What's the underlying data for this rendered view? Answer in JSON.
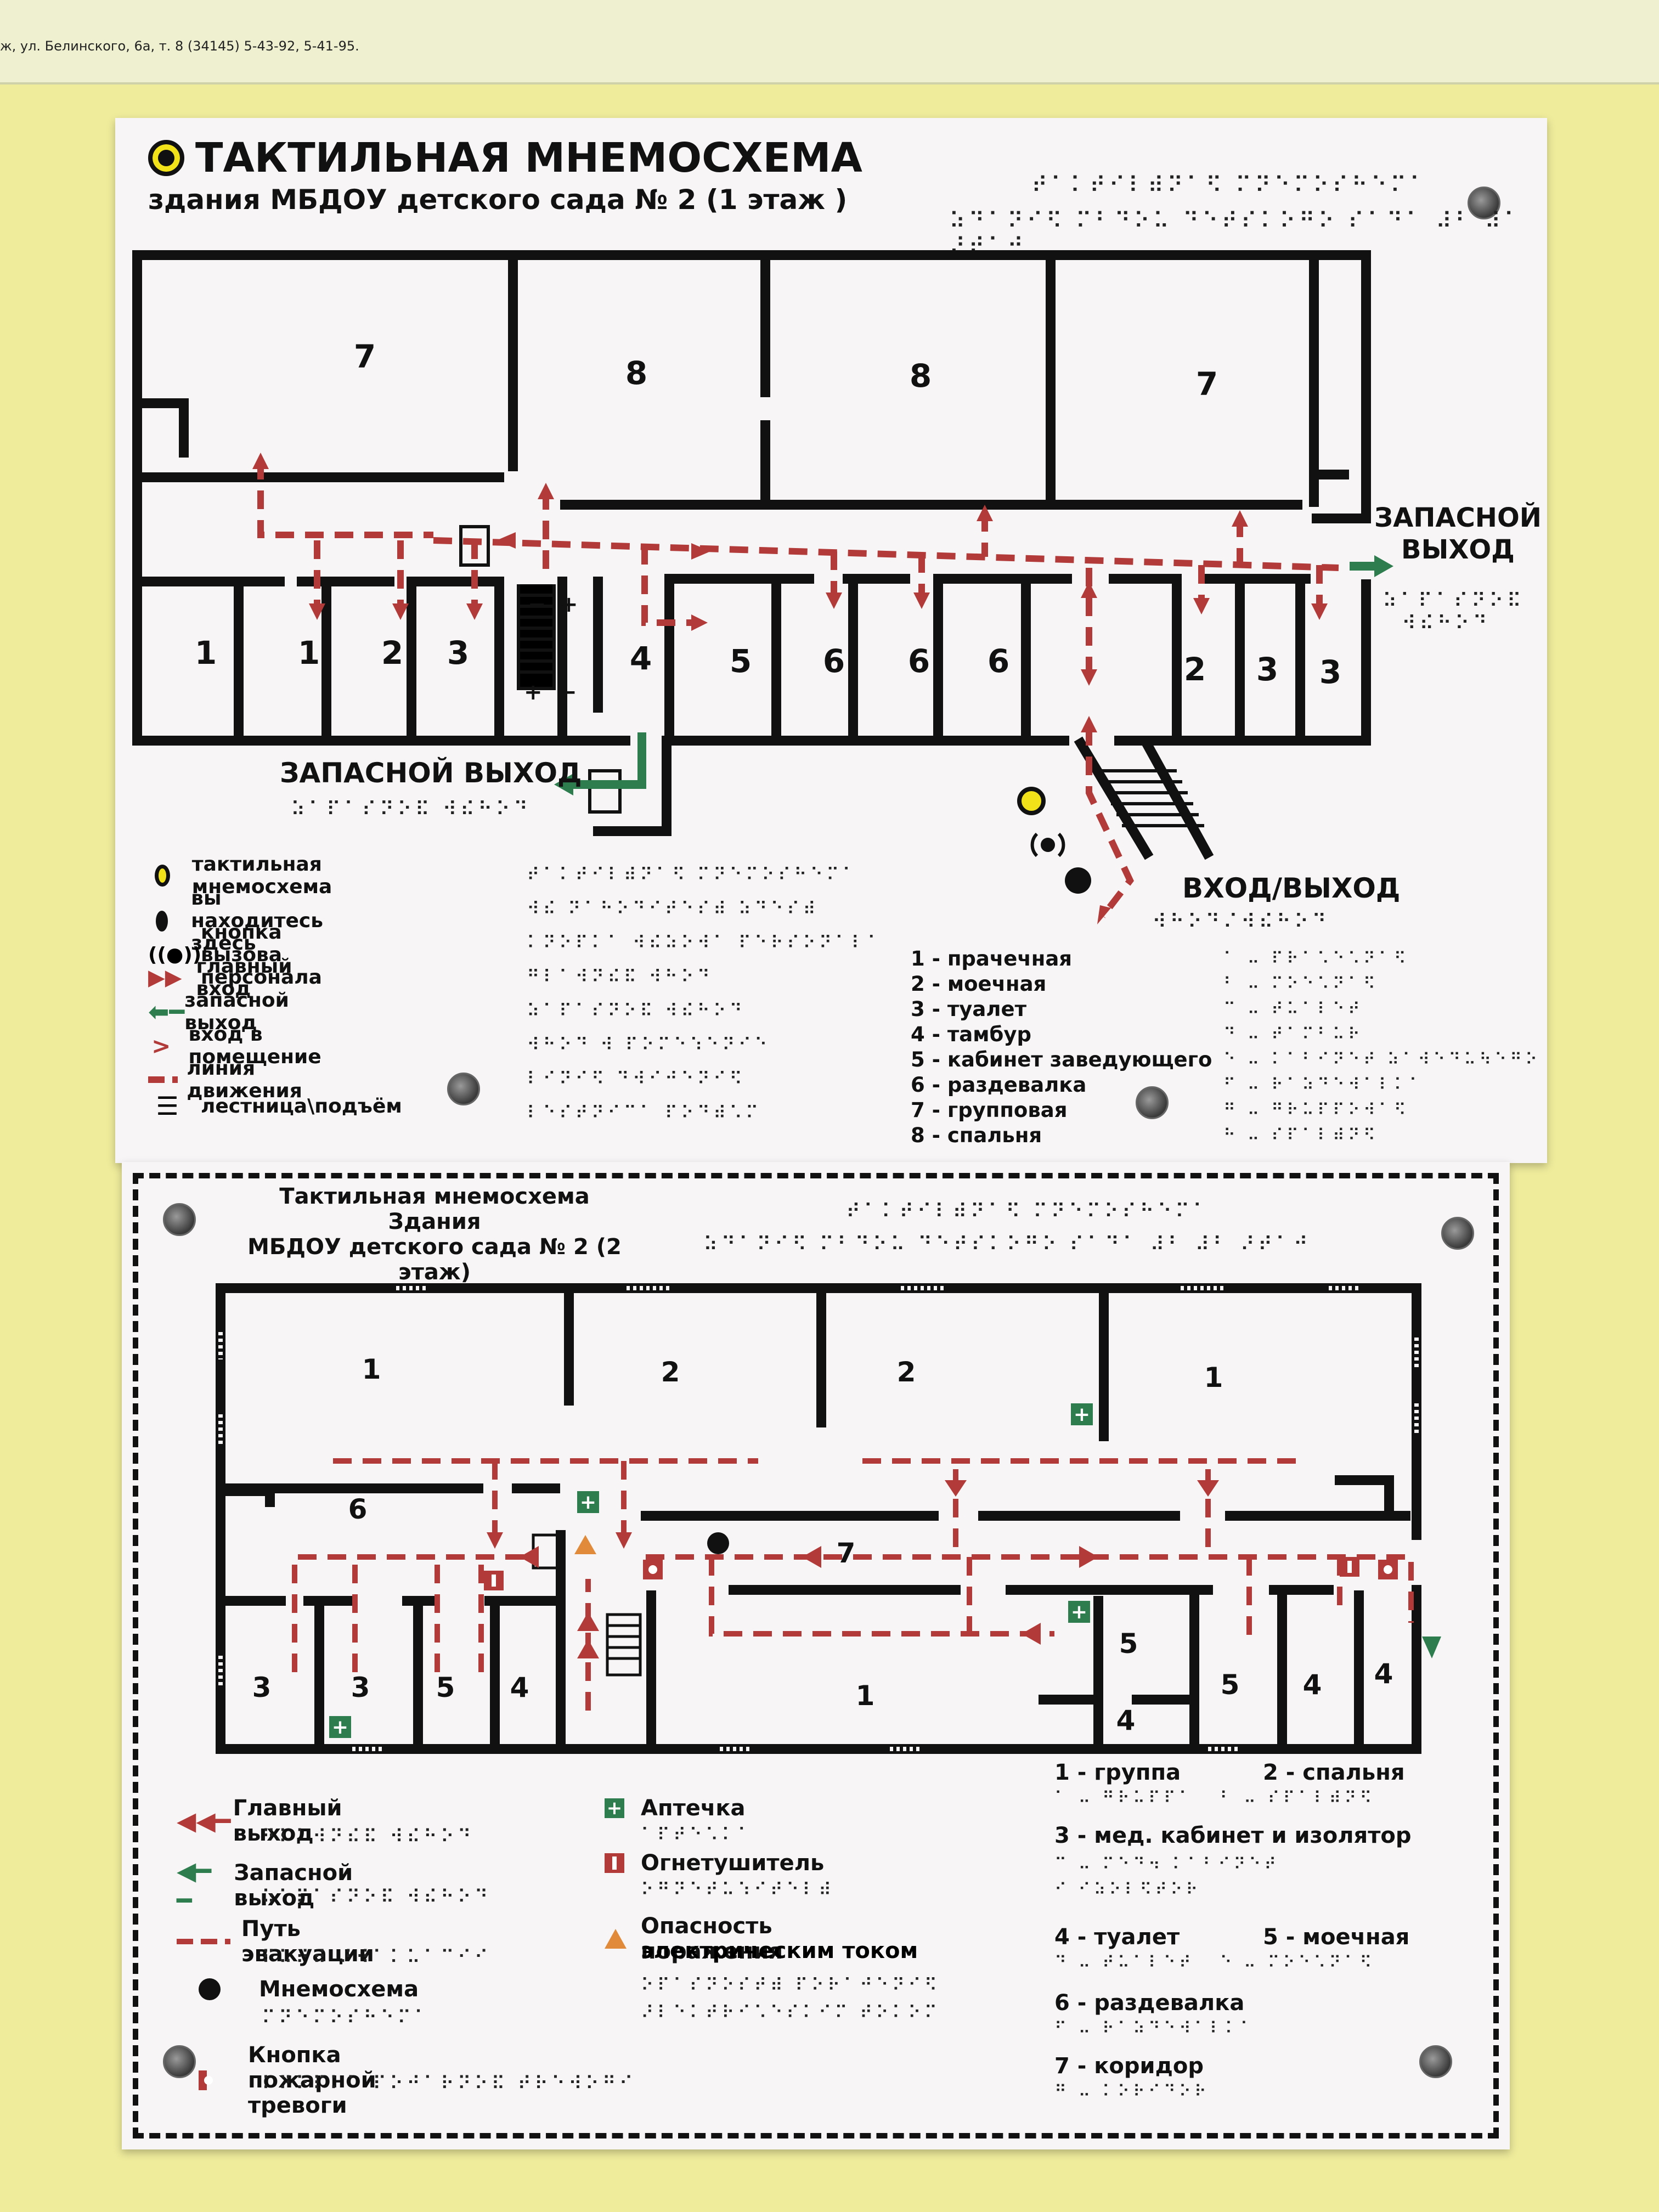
{
  "top_strip": {
    "address": "ж, ул. Белинского, 6а, т. 8 (34145) 5-43-92, 5-41-95."
  },
  "plan1": {
    "title": "ТАКТИЛЬНАЯ МНЕМОСХЕМА",
    "subtitle": "здания МБДОУ детского сада № 2 (1 этаж )",
    "room_numbers": [
      "7",
      "8",
      "8",
      "7",
      "1",
      "1",
      "2",
      "3",
      "4",
      "5",
      "6",
      "6",
      "6",
      "2",
      "3",
      "3"
    ],
    "exit_right": [
      "ЗАПАСНОЙ",
      "ВЫХОД"
    ],
    "exit_left": "ЗАПАСНОЙ ВЫХОД",
    "entrance": "ВХОД/ВЫХОД",
    "legend": [
      {
        "icon": "tactile-map-icon",
        "label": "тактильная мнемосхема"
      },
      {
        "icon": "you-are-here-icon",
        "label": "вы находитесь здесь"
      },
      {
        "icon": "staff-call-icon",
        "label": "кнопка вызова персонала"
      },
      {
        "icon": "main-entrance-icon",
        "label": "главный вход"
      },
      {
        "icon": "emergency-exit-arrow-icon",
        "label": "запасной выход"
      },
      {
        "icon": "room-entry-icon",
        "label": "вход в помещение"
      },
      {
        "icon": "movement-line-icon",
        "label": "линия движения"
      },
      {
        "icon": "stairs-icon",
        "label": "лестница\\подъём"
      }
    ],
    "rooms": [
      "1 - прачечная",
      "2 - моечная",
      "3 - туалет",
      "4 - тамбур",
      "5 - кабинет заведующего",
      "6 - раздевалка",
      "7 - групповая",
      "8 - спальня"
    ],
    "colors": {
      "route": "#b23a38",
      "exit": "#2e7d4f",
      "walls": "#111111",
      "yellow": "#f2e21a"
    }
  },
  "plan2": {
    "title_lines": [
      "Тактильная мнемосхема",
      "Здания",
      "МБДОУ детского сада № 2 (2 этаж)"
    ],
    "room_numbers": [
      "1",
      "2",
      "2",
      "1",
      "6",
      "7",
      "3",
      "3",
      "5",
      "4",
      "1",
      "5",
      "4",
      "5",
      "4",
      "4"
    ],
    "legend_left": [
      {
        "icon": "main-exit-icon",
        "label": "Главный выход"
      },
      {
        "icon": "emergency-exit-icon",
        "label": "Запасной выход"
      },
      {
        "icon": "evacuation-path-icon",
        "label": "Путь эвакуации"
      },
      {
        "icon": "map-location-icon",
        "label": "Мнемосхема"
      },
      {
        "icon": "fire-alarm-icon",
        "label": "Кнопка пожарной тревоги"
      }
    ],
    "legend_mid": [
      {
        "icon": "first-aid-icon",
        "label": "Аптечка"
      },
      {
        "icon": "fire-extinguisher-icon",
        "label": "Огнетушитель"
      },
      {
        "icon": "electric-hazard-icon",
        "label": "Опасность поражения"
      },
      {
        "icon": "",
        "label": "электрическим током"
      }
    ],
    "rooms": [
      "1 - группа",
      "2 - спальня",
      "3 - мед. кабинет и изолятор",
      "4 - туалет",
      "5 - моечная",
      "6 - раздевалка",
      "7 - коридор"
    ]
  }
}
